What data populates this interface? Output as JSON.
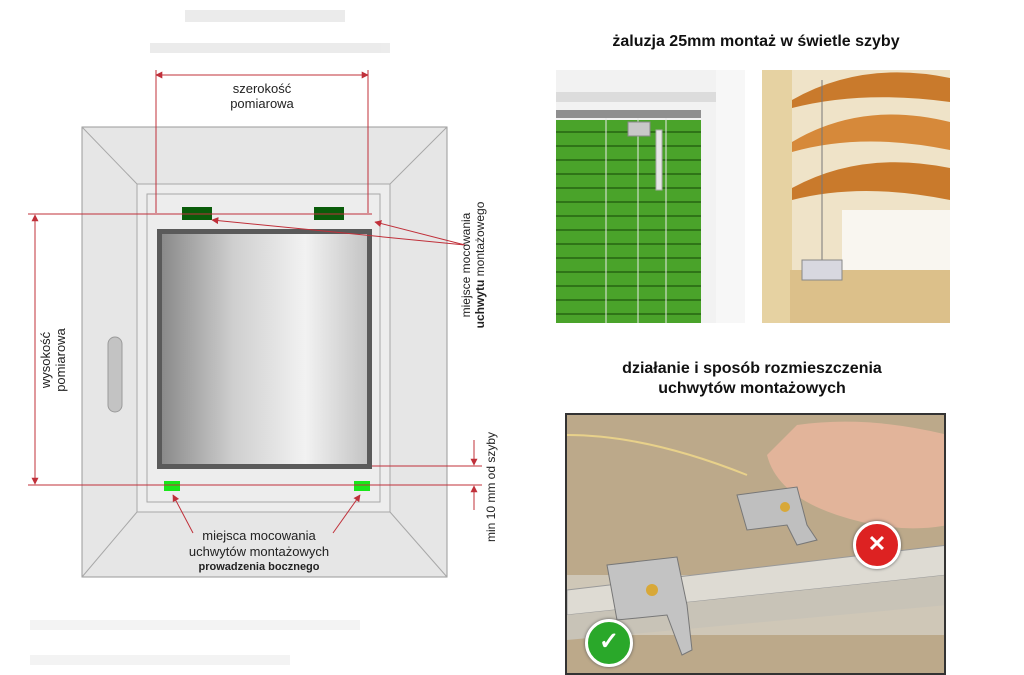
{
  "diagram": {
    "width_label": [
      "szerokość",
      "pomiarowa"
    ],
    "height_label": [
      "wysokość",
      "pomiarowa"
    ],
    "top_mount_label": [
      "miejsce mocowania",
      "uchwytu",
      "montażowego"
    ],
    "side_mount_label": [
      "miejsca mocowania",
      "uchwytów montażowych",
      "prowadzenia bocznego"
    ],
    "min_label": "min 10 mm od szyby",
    "colors": {
      "line": "#c0303a",
      "frame": "#e2e2e2",
      "bracket_dark": "#0a5c0a",
      "bracket_light": "#19e619"
    }
  },
  "right": {
    "title_top": "żaluzja 25mm montaż w świetle szyby",
    "title_bottom": [
      "działanie i sposób rozmieszczenia",
      "uchwytów montażowych"
    ],
    "photos": {
      "green_blind": "green-aluminium-blind-photo",
      "wood_blind": "wooden-blind-photo",
      "bracket": "bracket-mounting-photo"
    }
  }
}
